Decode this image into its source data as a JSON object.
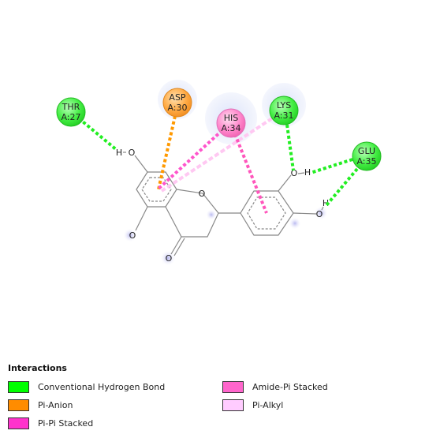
{
  "residues": [
    {
      "id": "thr27",
      "name": "THR",
      "chain": "A:27",
      "type": "hbond"
    },
    {
      "id": "asp30",
      "name": "ASP",
      "chain": "A:30",
      "type": "pi-anion"
    },
    {
      "id": "his34",
      "name": "HIS",
      "chain": "A:34",
      "type": "amide-pi"
    },
    {
      "id": "lys31",
      "name": "LYS",
      "chain": "A:31",
      "type": "hbond"
    },
    {
      "id": "glu35",
      "name": "GLU",
      "chain": "A:35",
      "type": "hbond"
    }
  ],
  "atoms": {
    "o_ring": "O",
    "o_keto": "O",
    "o_7": "O",
    "h_7": "H",
    "o_5": "O",
    "o_3p": "O",
    "h_3p": "H",
    "o_4p": "O",
    "h_4p": "H"
  },
  "legend": {
    "title": "Interactions",
    "items": [
      {
        "label": "Conventional Hydrogen Bond",
        "color": "#00ff00"
      },
      {
        "label": "Pi-Anion",
        "color": "#ff8c00"
      },
      {
        "label": "Pi-Pi Stacked",
        "color": "#ff33cc"
      },
      {
        "label": "Amide-Pi Stacked",
        "color": "#ff66cc"
      },
      {
        "label": "Pi-Alkyl",
        "color": "#ffccff"
      }
    ]
  },
  "colors": {
    "hbond": "#22ee22",
    "pi_anion": "#ff9900",
    "pi_pi": "#ff44cc",
    "amide_pi": "#ff55bb",
    "pi_alkyl": "#ffc0f0",
    "residue_green": "#44ee44",
    "residue_orange": "#ffaa44",
    "residue_pink": "#ff88cc",
    "halo": "#e6ecfb"
  }
}
